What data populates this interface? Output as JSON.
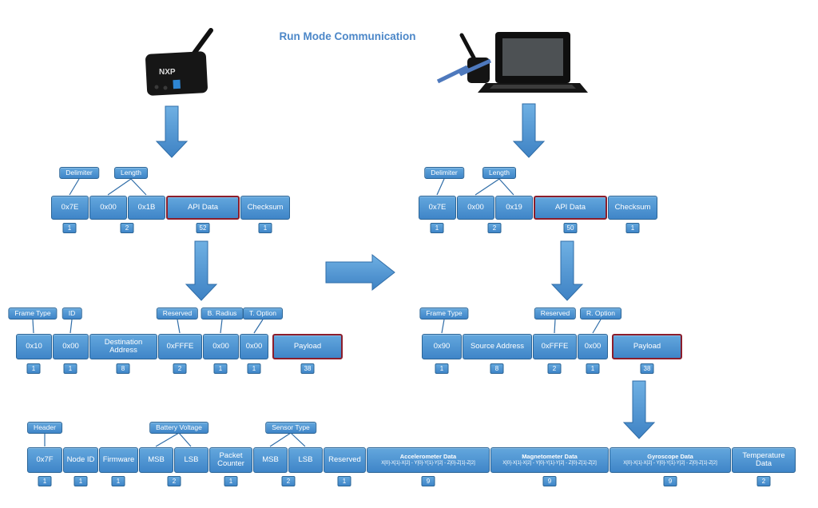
{
  "title": "Run Mode Communication",
  "devices": {
    "sensor_text": "NXP"
  },
  "colors": {
    "box_blue": "#4B95D5",
    "highlight_red": "#8C1D2B",
    "title_blue": "#4C87C8"
  },
  "tx_frame": {
    "labels": [
      "Delimiter",
      "Length"
    ],
    "fields": [
      "0x7E",
      "0x00",
      "0x1B",
      "API Data",
      "Checksum"
    ],
    "sizes": [
      "1",
      "2",
      "52",
      "1"
    ]
  },
  "tx_api": {
    "labels": [
      "Frame Type",
      "ID",
      "Reserved",
      "B. Radius",
      "T. Option"
    ],
    "fields": [
      "0x10",
      "0x00",
      "Destination Address",
      "0xFFFE",
      "0x00",
      "0x00",
      "Payload"
    ],
    "sizes": [
      "1",
      "1",
      "8",
      "2",
      "1",
      "1",
      "38"
    ]
  },
  "rx_frame": {
    "labels": [
      "Delimiter",
      "Length"
    ],
    "fields": [
      "0x7E",
      "0x00",
      "0x19",
      "API Data",
      "Checksum"
    ],
    "sizes": [
      "1",
      "2",
      "50",
      "1"
    ]
  },
  "rx_api": {
    "labels": [
      "Frame Type",
      "Reserved",
      "R. Option"
    ],
    "fields": [
      "0x90",
      "Source Address",
      "0xFFFE",
      "0x00",
      "Payload"
    ],
    "sizes": [
      "1",
      "8",
      "2",
      "1",
      "38"
    ]
  },
  "payload": {
    "labels": [
      "Header",
      "Battery Voltage",
      "Sensor Type"
    ],
    "fields": [
      "0x7F",
      "Node ID",
      "Firmware",
      "MSB",
      "LSB",
      "Packet Counter",
      "MSB",
      "LSB",
      "Reserved",
      "Accelerometer Data",
      "Magnetometer Data",
      "Gyroscope Data",
      "Temperature Data"
    ],
    "axes": "X[0]-X[1]-X[2] - Y[0]-Y[1]-Y[2] - Z[0]-Z[1]-Z[2]",
    "sizes": [
      "1",
      "1",
      "1",
      "2",
      "1",
      "2",
      "1",
      "9",
      "9",
      "9",
      "2"
    ]
  }
}
